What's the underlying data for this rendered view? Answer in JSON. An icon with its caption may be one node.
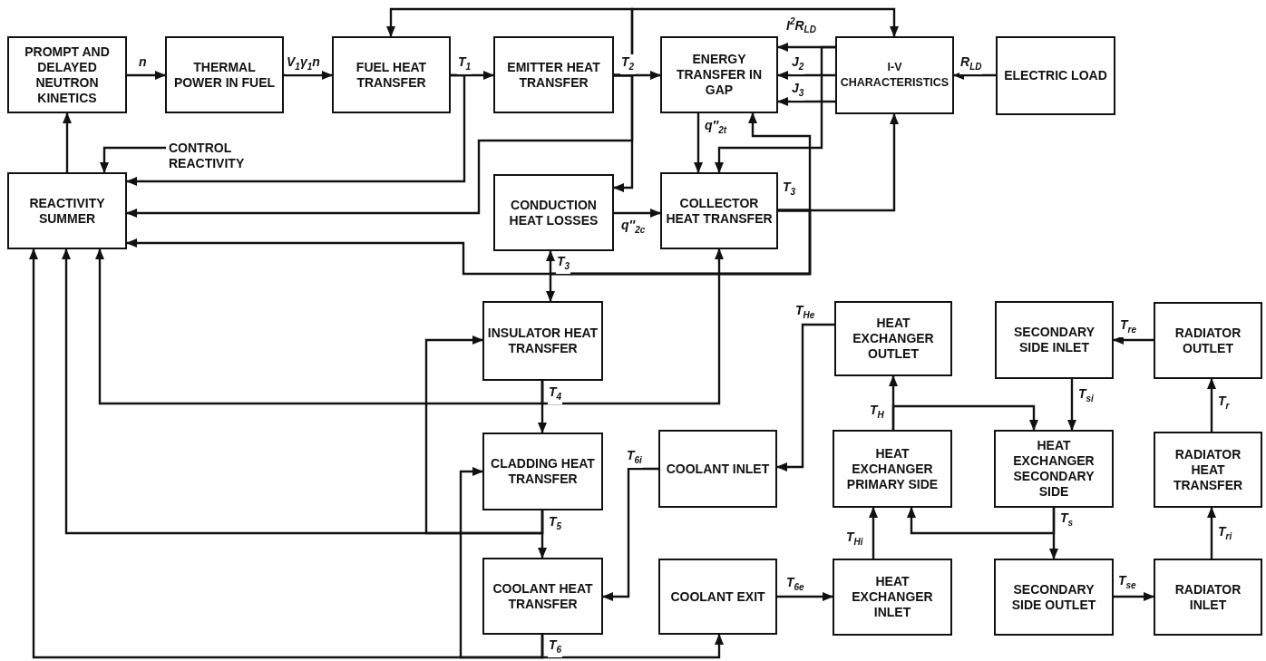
{
  "diagram": {
    "nodes": [
      {
        "text": [
          "PROMPT AND DELAYED NEUTRON KINETICS"
        ]
      },
      {
        "text": [
          "THERMAL POWER IN FUEL"
        ]
      },
      {
        "text": [
          "FUEL HEAT TRANSFER"
        ]
      },
      {
        "text": [
          "EMITTER HEAT TRANSFER"
        ]
      },
      {
        "text": [
          "ENERGY TRANSFER IN GAP"
        ]
      },
      {
        "text": [
          "I-V CHARACTERISTICS"
        ]
      },
      {
        "text": [
          "ELECTRIC LOAD"
        ]
      },
      {
        "text": [
          "CONTROL REACTIVITY"
        ]
      },
      {
        "text": [
          "REACTIVITY SUMMER"
        ]
      },
      {
        "text": [
          "CONDUCTION HEAT LOSSES"
        ]
      },
      {
        "text": [
          "COLLECTOR HEAT TRANSFER"
        ]
      },
      {
        "text": [
          "INSULATOR HEAT TRANSFER"
        ]
      },
      {
        "text": [
          "CLADDING HEAT TRANSFER"
        ]
      },
      {
        "text": [
          "COOLANT HEAT TRANSFER"
        ]
      },
      {
        "text": [
          "HEAT EXCHANGER OUTLET"
        ]
      },
      {
        "text": [
          "SECONDARY SIDE INLET"
        ]
      },
      {
        "text": [
          "RADIATOR OUTLET"
        ]
      },
      {
        "text": [
          "COOLANT INLET"
        ]
      },
      {
        "text": [
          "HEAT EXCHANGER PRIMARY SIDE"
        ]
      },
      {
        "text": [
          "HEAT EXCHANGER SECONDARY SIDE"
        ]
      },
      {
        "text": [
          "RADIATOR HEAT TRANSFER"
        ]
      },
      {
        "text": [
          "COOLANT EXIT"
        ]
      },
      {
        "text": [
          "HEAT EXCHANGER INLET"
        ]
      },
      {
        "text": [
          "SECONDARY SIDE OUTLET"
        ]
      },
      {
        "text": [
          "RADIATOR INLET"
        ]
      }
    ],
    "edges": [
      {
        "from": 0,
        "to": 1,
        "arrow": "to",
        "label": "n"
      },
      {
        "from": 1,
        "to": 2,
        "arrow": "to",
        "label": "V$_{1}$γ$_{1}$n"
      },
      {
        "from": 2,
        "to": 3,
        "arrow": "to",
        "label": "T$_{1}$"
      },
      {
        "from": 2,
        "to": 8,
        "arrow": "to"
      },
      {
        "from": 3,
        "to": 4,
        "arrow": "to",
        "label": "T$_{2}$"
      },
      {
        "from": 3,
        "to": 2,
        "arrow": "to"
      },
      {
        "from": 3,
        "to": 5,
        "arrow": "to"
      },
      {
        "from": 3,
        "to": 9,
        "arrow": "to"
      },
      {
        "from": 3,
        "to": 8,
        "arrow": "to"
      },
      {
        "from": 5,
        "to": 4,
        "arrow": "to",
        "label": "I$^{2}$R$_{LD}$"
      },
      {
        "from": 5,
        "to": 4,
        "arrow": "to",
        "label": "J$_{2}$"
      },
      {
        "from": 5,
        "to": 4,
        "arrow": "to",
        "label": "J$_{3}$"
      },
      {
        "from": 5,
        "to": 10,
        "arrow": "to"
      },
      {
        "from": 6,
        "to": 5,
        "arrow": "to",
        "label": "R$_{LD}$"
      },
      {
        "from": 7,
        "to": 8,
        "arrow": "to"
      },
      {
        "from": 8,
        "to": 0,
        "arrow": "to"
      },
      {
        "from": 4,
        "to": 10,
        "arrow": "to",
        "label": "q″$_{2t}$"
      },
      {
        "from": 9,
        "to": 10,
        "arrow": "to",
        "label": "q″$_{2c}$"
      },
      {
        "from": 10,
        "to": 5,
        "arrow": "to",
        "label": "T$_{3}$"
      },
      {
        "from": 10,
        "to": 4,
        "arrow": "to"
      },
      {
        "from": 10,
        "to": 8,
        "arrow": "to"
      },
      {
        "from": 10,
        "to": 9,
        "arrow": "to"
      },
      {
        "from": 10,
        "to": 11,
        "arrow": "to",
        "label": "T$_{3}$"
      },
      {
        "from": 11,
        "to": 12,
        "arrow": "to",
        "label": "T$_{4}$"
      },
      {
        "from": 11,
        "to": 8,
        "arrow": "to"
      },
      {
        "from": 11,
        "to": 10,
        "arrow": "to"
      },
      {
        "from": 12,
        "to": 13,
        "arrow": "to",
        "label": "T$_{5}$"
      },
      {
        "from": 12,
        "to": 8,
        "arrow": "to"
      },
      {
        "from": 12,
        "to": 11,
        "arrow": "to"
      },
      {
        "from": 13,
        "to": 8,
        "arrow": "to",
        "label": "T$_{6}$"
      },
      {
        "from": 13,
        "to": 21,
        "arrow": "to"
      },
      {
        "from": 13,
        "to": 12,
        "arrow": "to"
      },
      {
        "from": 14,
        "to": 17,
        "arrow": "to",
        "label": "T$_{He}$"
      },
      {
        "from": 17,
        "to": 13,
        "arrow": "to",
        "label": "T$_{6i}$"
      },
      {
        "from": 21,
        "to": 22,
        "arrow": "to",
        "label": "T$_{6e}$"
      },
      {
        "from": 22,
        "to": 18,
        "arrow": "to",
        "label": "T$_{Hi}$"
      },
      {
        "from": 18,
        "to": 14,
        "arrow": "to",
        "label": "T$_{H}$"
      },
      {
        "from": 18,
        "to": 19,
        "arrow": "to"
      },
      {
        "from": 15,
        "to": 19,
        "arrow": "to",
        "label": "T$_{si}$"
      },
      {
        "from": 19,
        "to": 23,
        "arrow": "to",
        "label": "T$_{s}$"
      },
      {
        "from": 19,
        "to": 18,
        "arrow": "to"
      },
      {
        "from": 23,
        "to": 24,
        "arrow": "to",
        "label": "T$_{se}$"
      },
      {
        "from": 24,
        "to": 20,
        "arrow": "to",
        "label": "T$_{ri}$"
      },
      {
        "from": 20,
        "to": 16,
        "arrow": "to",
        "label": "T$_{r}$"
      },
      {
        "from": 16,
        "to": 15,
        "arrow": "to",
        "label": "T$_{re}$"
      }
    ]
  }
}
